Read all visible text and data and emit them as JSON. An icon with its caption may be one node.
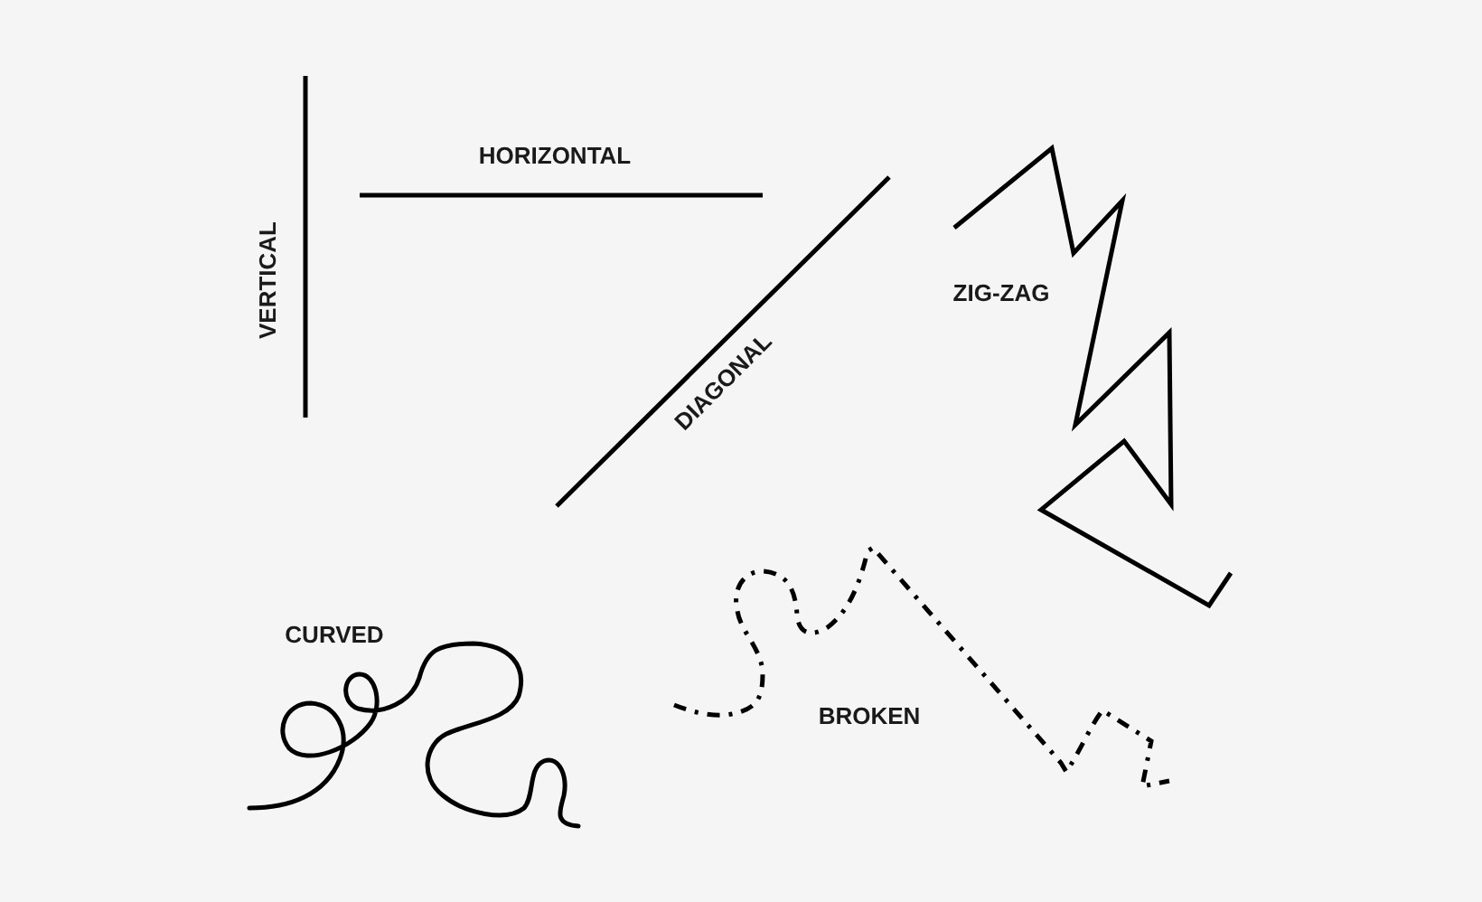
{
  "diagram": {
    "labels": [
      "HORIZONTAL",
      "VERTICAL",
      "ZIG-ZAG",
      "DIAGONAL",
      "CURVED",
      "BROKEN"
    ]
  }
}
